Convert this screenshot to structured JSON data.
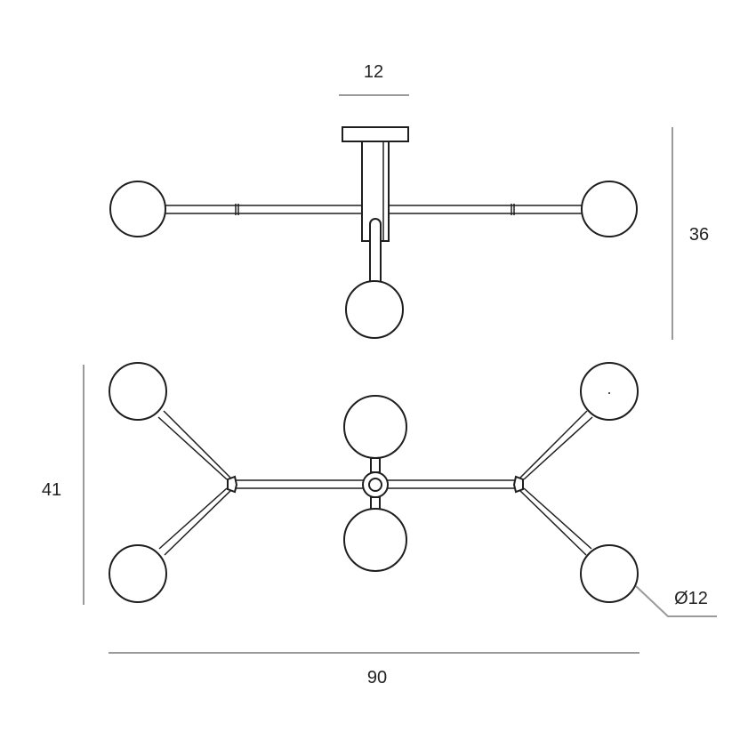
{
  "dimensions": {
    "canopy_width": "12",
    "height": "36",
    "depth": "41",
    "width": "90",
    "globe_diameter": "Ø12"
  }
}
